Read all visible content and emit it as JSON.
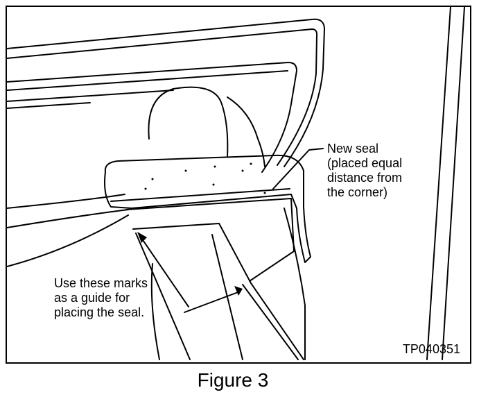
{
  "figure": {
    "callout_new_seal": [
      "New seal",
      "(placed equal",
      "distance from",
      "the corner)"
    ],
    "callout_marks": [
      "Use these marks",
      "as a guide for",
      "placing the seal."
    ],
    "code": "TP040351",
    "caption": "Figure 3"
  }
}
